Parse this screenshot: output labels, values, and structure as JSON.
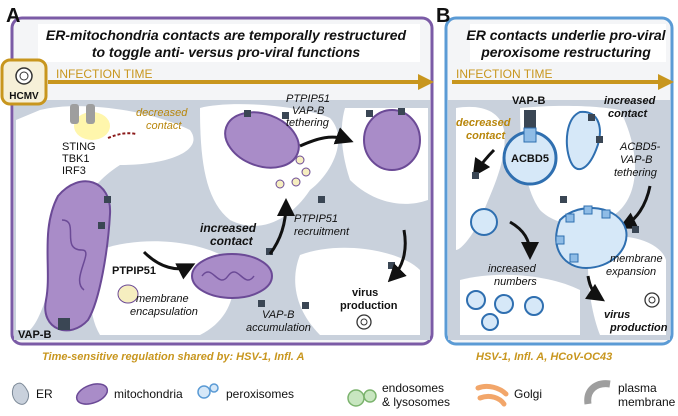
{
  "panel_a": {
    "letter": "A",
    "title_line1": "ER-mitochondria contacts are temporally restructured",
    "title_line2": "to toggle anti- versus pro-viral functions",
    "virus_label": "HCMV",
    "timeline_label": "INFECTION TIME",
    "labels": {
      "decreased_line1": "decreased",
      "decreased_line2": "contact",
      "sting": "STING",
      "tbk1": "TBK1",
      "irf3": "IRF3",
      "ptpip51_vapb_1": "PTPIP51",
      "ptpip51_vapb_2": "VAP-B",
      "ptpip51_vapb_3": "tethering",
      "increased_line1": "increased",
      "increased_line2": "contact",
      "recruit_1": "PTPIP51",
      "recruit_2": "recruitment",
      "ptpip51": "PTPIP51",
      "membrane_1": "membrane",
      "membrane_2": "encapsulation",
      "vapb_acc_1": "VAP-B",
      "vapb_acc_2": "accumulation",
      "virus_prod_1": "virus",
      "virus_prod_2": "production",
      "vapb": "VAP-B"
    },
    "footer": "Time-sensitive regulation shared by:   HSV-1, Infl. A"
  },
  "panel_b": {
    "letter": "B",
    "title_line1": "ER contacts underlie pro-viral",
    "title_line2": "peroxisome restructuring",
    "timeline_label": "INFECTION TIME",
    "labels": {
      "vapb": "VAP-B",
      "decreased_line1": "decreased",
      "decreased_line2": "contact",
      "acbd5": "ACBD5",
      "increased_line1": "increased",
      "increased_line2": "contact",
      "acbd5_vapb_1": "ACBD5-",
      "acbd5_vapb_2": "VAP-B",
      "acbd5_vapb_3": "tethering",
      "numbers_1": "increased",
      "numbers_2": "numbers",
      "membrane_1": "membrane",
      "membrane_2": "expansion",
      "virus_prod_1": "virus",
      "virus_prod_2": "production"
    },
    "footer": "HSV-1, Infl. A, HCoV-OC43"
  },
  "legend": {
    "er": "ER",
    "mitochondria": "mitochondria",
    "peroxisomes": "peroxisomes",
    "endosomes_1": "endosomes",
    "endosomes_2": "& lysosomes",
    "golgi": "Golgi",
    "plasma_1": "plasma",
    "plasma_2": "membrane"
  },
  "colors": {
    "panel_a_border": "#7b5ba6",
    "panel_b_border": "#5b9bd5",
    "timeline": "#c8961e",
    "er": "#c9d1dc",
    "mito": "#a98cc8",
    "perox": "#d6e8f8"
  }
}
